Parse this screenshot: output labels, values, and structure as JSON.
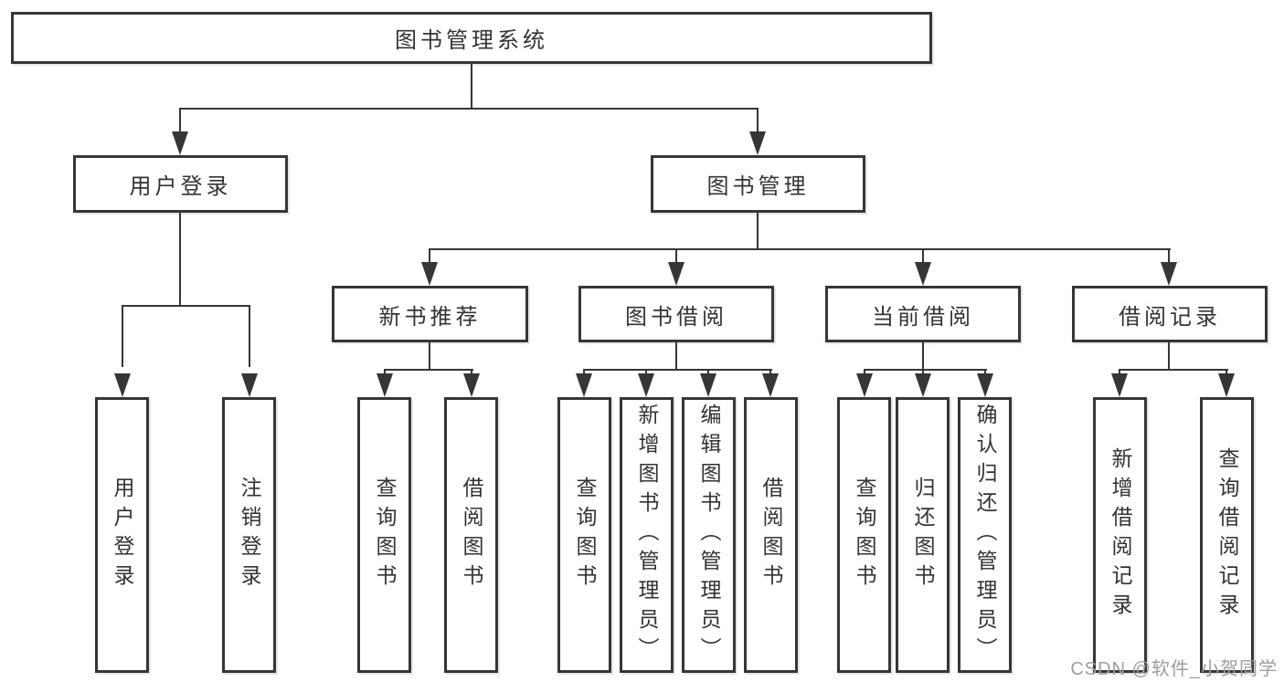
{
  "diagram": {
    "root": "图书管理系统",
    "login": {
      "label": "用户登录",
      "leaves": [
        "用户登录",
        "注销登录"
      ]
    },
    "management": {
      "label": "图书管理",
      "groups": [
        {
          "label": "新书推荐",
          "leaves": [
            "查询图书",
            "借阅图书"
          ]
        },
        {
          "label": "图书借阅",
          "leaves": [
            "查询图书",
            "新增图书（管理员）",
            "编辑图书（管理员）",
            "借阅图书"
          ]
        },
        {
          "label": "当前借阅",
          "leaves": [
            "查询图书",
            "归还图书",
            "确认归还（管理员）"
          ]
        },
        {
          "label": "借阅记录",
          "leaves": [
            "新增借阅记录",
            "查询借阅记录"
          ]
        }
      ]
    }
  },
  "watermark": "CSDN @软件_小贺同学",
  "colors": {
    "line": "#363636",
    "box_border": "#363636",
    "text": "#333333",
    "watermark": "#9e9e9e",
    "background": "#ffffff"
  }
}
